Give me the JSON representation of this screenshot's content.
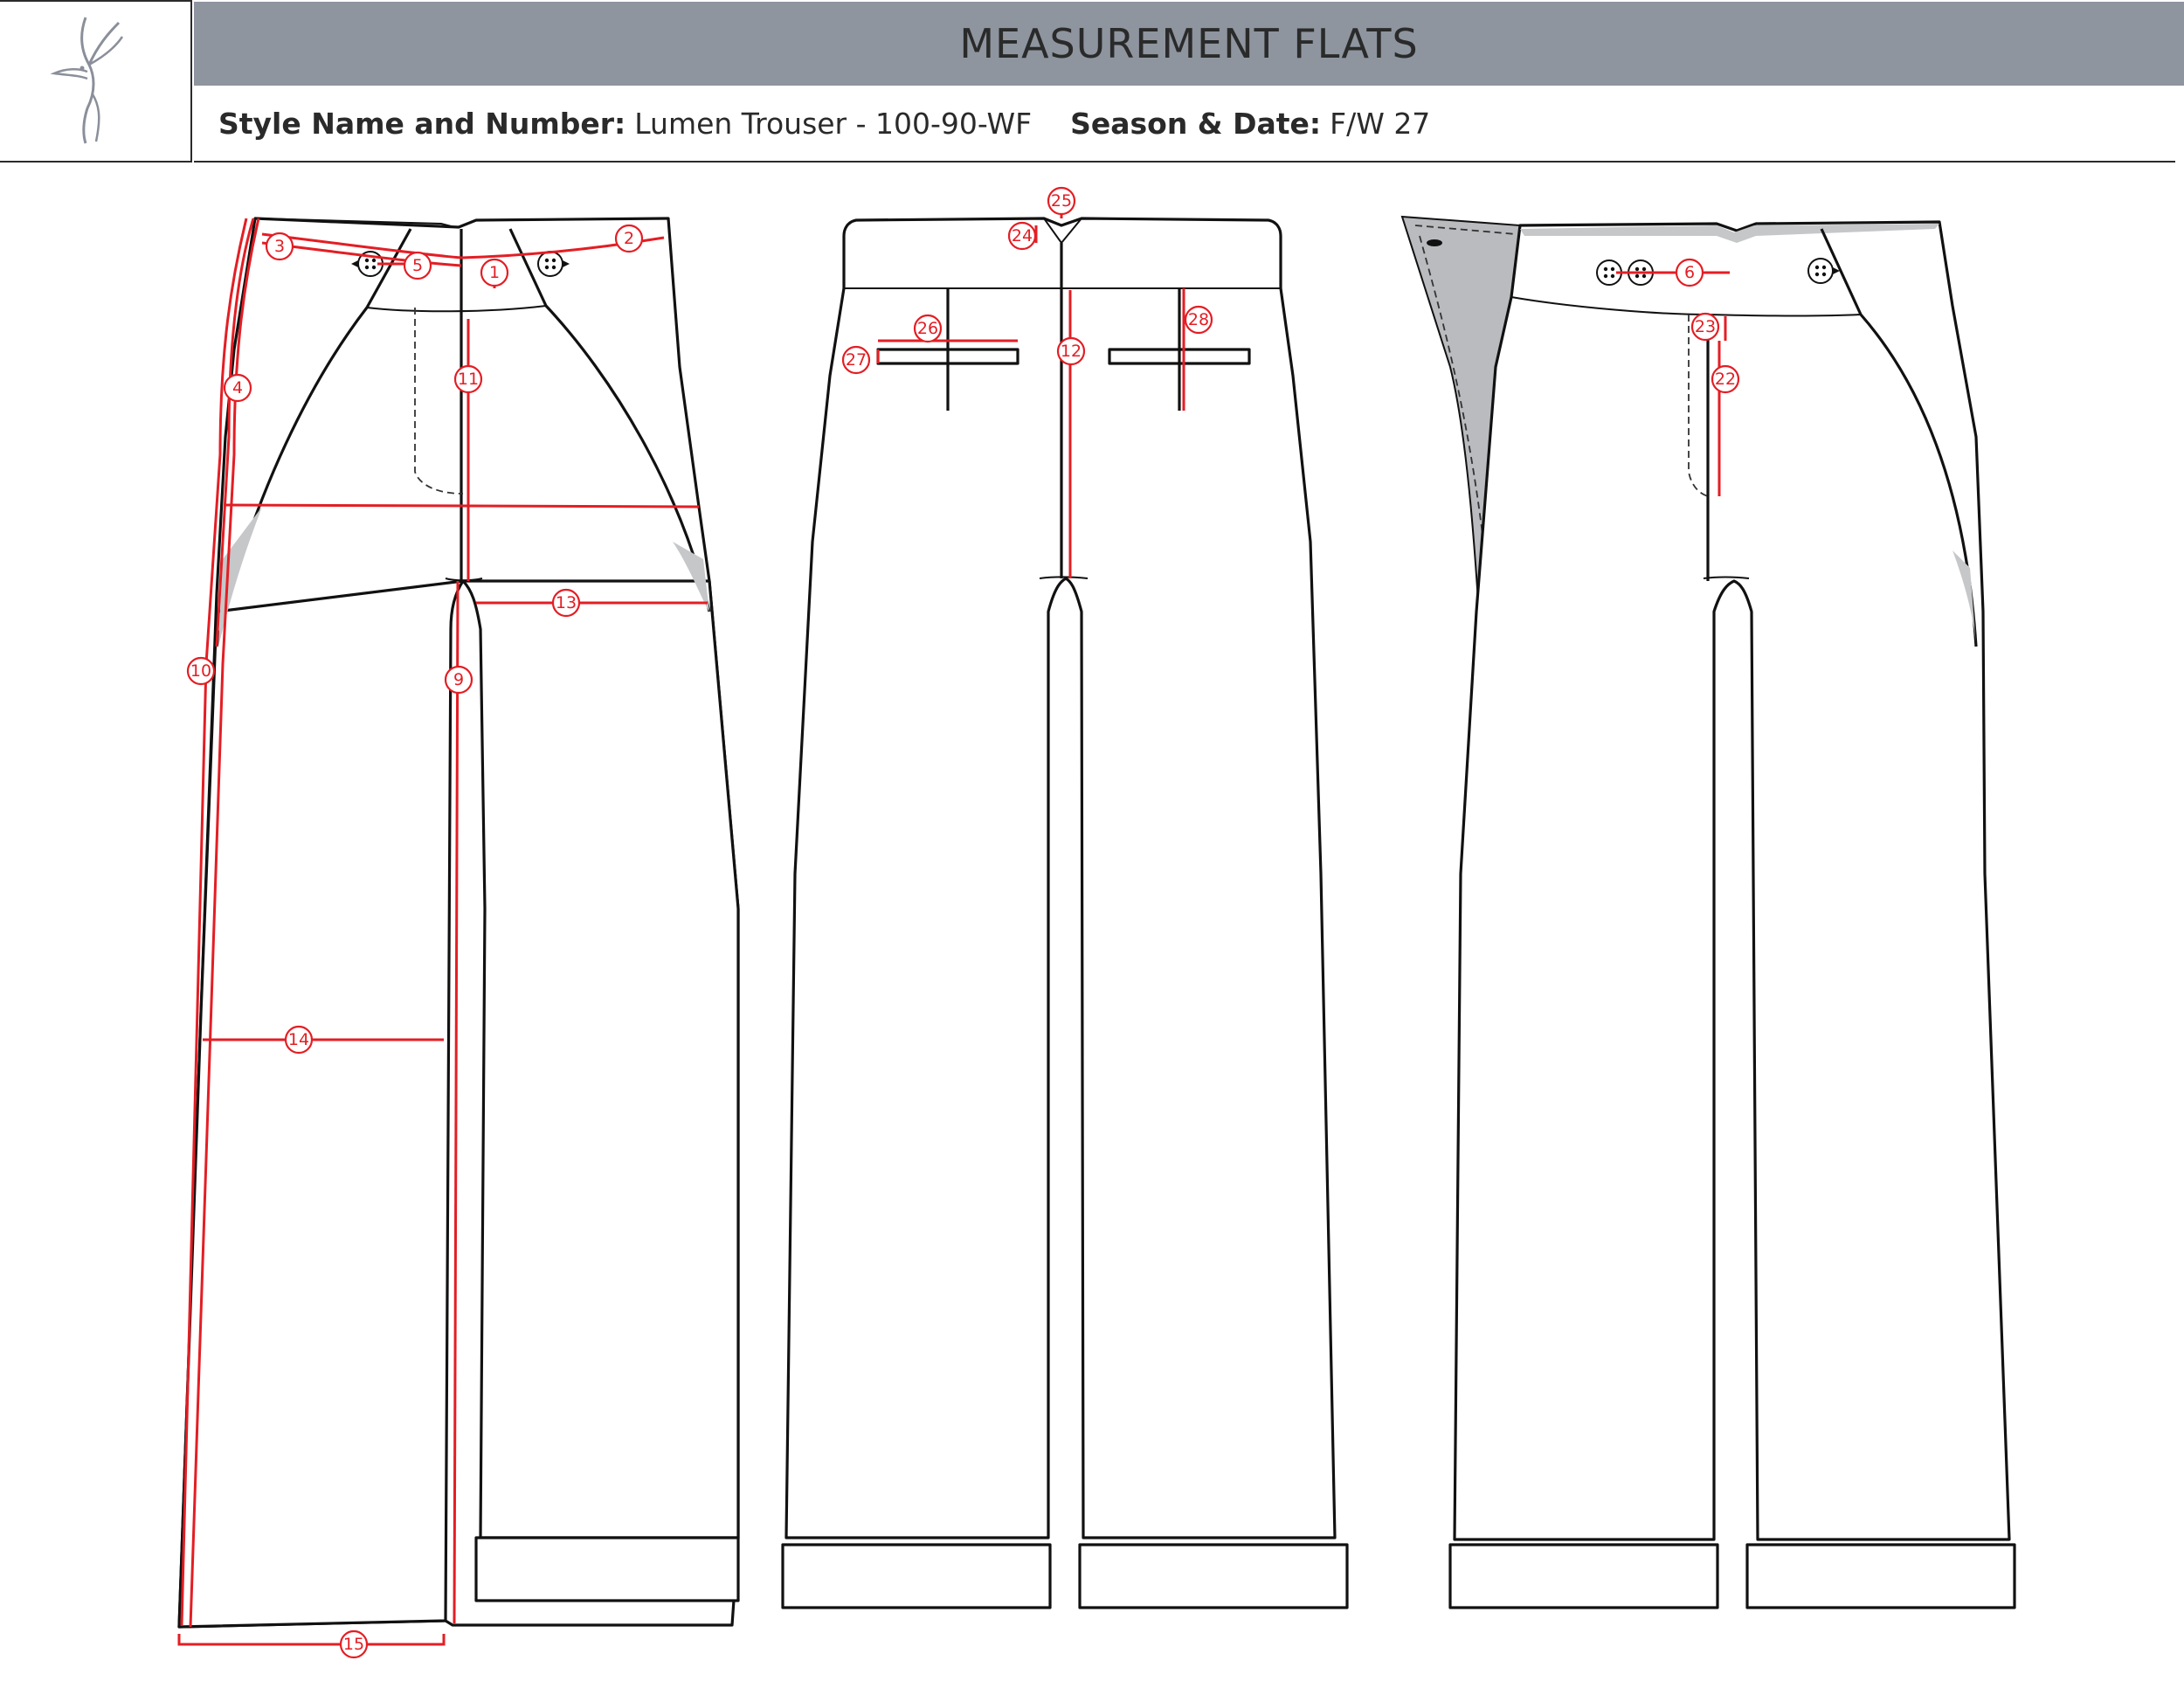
{
  "header": {
    "title": "MEASUREMENT FLATS",
    "style_label": "Style Name and Number:",
    "style_value": "Lumen Trouser - 100-90-WF",
    "season_label": "Season & Date:",
    "season_value": "F/W 27"
  },
  "logo": {
    "icon": "hummingbird-icon"
  },
  "colors": {
    "header_bar": "#8e959f",
    "measurement_line": "#e31e24",
    "outline": "#111111",
    "shading": "#b9bbbe"
  },
  "views": [
    {
      "name": "front-view",
      "points": [
        "1",
        "2",
        "3",
        "4",
        "5",
        "9",
        "10",
        "11",
        "13",
        "14",
        "15"
      ]
    },
    {
      "name": "back-view",
      "points": [
        "12",
        "24",
        "25",
        "26",
        "27",
        "28"
      ]
    },
    {
      "name": "front-open-view",
      "points": [
        "6",
        "22",
        "23"
      ]
    }
  ],
  "points": {
    "p1": "1",
    "p2": "2",
    "p3": "3",
    "p4": "4",
    "p5": "5",
    "p6": "6",
    "p9": "9",
    "p10": "10",
    "p11": "11",
    "p12": "12",
    "p13": "13",
    "p14": "14",
    "p15": "15",
    "p22": "22",
    "p23": "23",
    "p24": "24",
    "p25": "25",
    "p26": "26",
    "p27": "27",
    "p28": "28"
  }
}
